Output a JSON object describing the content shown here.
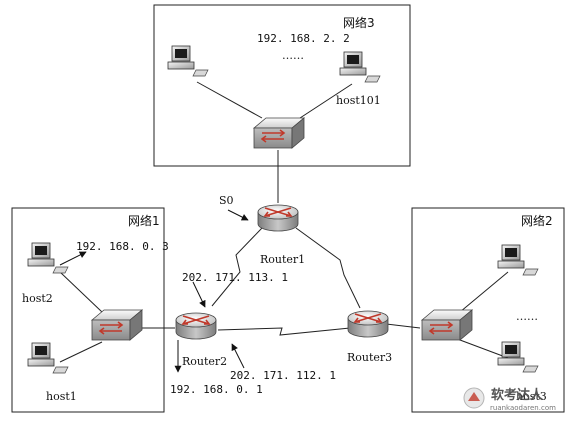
{
  "networks": {
    "net1": "网络1",
    "net2": "网络2",
    "net3": "网络3"
  },
  "routers": {
    "r1": "Router1",
    "r2": "Router2",
    "r3": "Router3"
  },
  "hosts": {
    "host1": "host1",
    "host2": "host2",
    "host3": "host3",
    "host101": "host101"
  },
  "addresses": {
    "ip_net3": "192. 168. 2. 2",
    "ip_net1": "192. 168. 0. 3",
    "ip_r2_net1": "192. 168. 0. 1",
    "ip_r2_r1": "202. 171. 113. 1",
    "ip_r2_r3": "202. 171. 112. 1",
    "s0": "S0"
  },
  "ellipsis": {
    "net3": "……",
    "net2": "……"
  },
  "watermark": {
    "title": "软考达人",
    "url": "ruankaodaren.com"
  }
}
